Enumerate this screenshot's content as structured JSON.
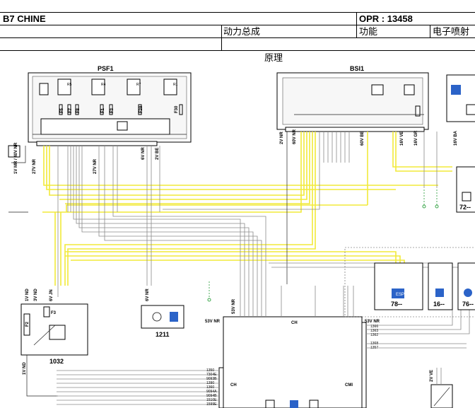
{
  "header": {
    "vehicle": "B7 CHINE",
    "opr": "OPR : 13458",
    "system": "动力总成",
    "function_label": "功能",
    "function_value": "电子喷射",
    "section": "原理"
  },
  "modules": {
    "psf1": "PSF1",
    "bsi1": "BSI1",
    "m1032": "1032",
    "m1211": "1211",
    "ecu_ch": "CH",
    "ecu_cmi": "CMI",
    "m78": "78--",
    "m16": "16--",
    "m76": "76--",
    "m72": "72--",
    "esp_label": "ESP"
  },
  "connectors": {
    "psf_left": "1V MR / 40V NR",
    "psf_27v": "27V NR",
    "psf_27v_b": "27V NR",
    "psf_6v": "6V NR",
    "psf_2v": "2V BE",
    "bsi_2v": "2V NR",
    "bsi_60v": "60V NR",
    "bsi_60v_be": "60V BE",
    "bsi_16v_ve": "16V VE",
    "bsi_16v_gr": "16V GR",
    "bsi_right": "16V BA",
    "m1032_1v": "1V ND",
    "m1032_3v": "3V ND",
    "m1032_6v": "6V JN",
    "m1032_bottom": "1V ND",
    "m1211_6v": "6V NR",
    "ecu_53v_left": "53V NR",
    "ecu_53v_top": "53V NR",
    "ecu_53v_right": "53V NR",
    "right_2v": "2V VE"
  },
  "fuses": {
    "f5": "F5",
    "f7": "F7",
    "f8": "F8",
    "f1": "F1",
    "f3": "F3",
    "f29": "F29",
    "f30": "F30",
    "f2": "F2",
    "f3b": "F3"
  },
  "relays": {
    "r5": "R5",
    "r4": "R4",
    "r7": "R7",
    "r1": "R1"
  },
  "wire_labels": {
    "w1": "1350",
    "w2": "7304E",
    "w3": "9093B",
    "w4": "1390",
    "w5": "1360",
    "w6": "9094A",
    "w7": "9094B",
    "w8": "1510E",
    "w9": "1599E",
    "w10": "1366",
    "w11": "1363",
    "w12": "1362",
    "w13": "1368",
    "w14": "1357"
  },
  "colors": {
    "yellow": "#f2ea3a",
    "green": "#3aa64a",
    "gray": "#8a8a8a",
    "red": "#d02020",
    "blue": "#2b63c8"
  }
}
